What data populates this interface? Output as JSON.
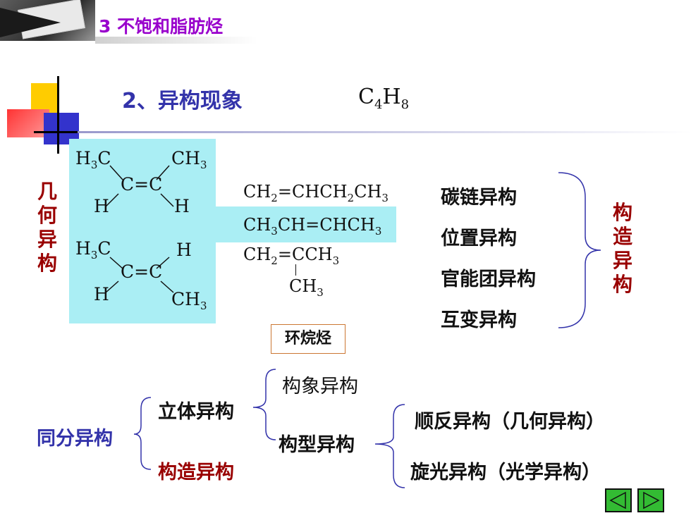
{
  "header": {
    "title": "3   不饱和脂肪烃"
  },
  "section": {
    "title": "2、异构现象",
    "formula_c": "C",
    "formula_c_sub": "4",
    "formula_h": "H",
    "formula_h_sub": "8"
  },
  "geometric": {
    "vertical_label": [
      "几",
      "何",
      "异",
      "构"
    ],
    "cis": {
      "h3c": "H",
      "h3c_sub": "3",
      "h3c_c": "C",
      "ch3": "CH",
      "ch3_sub": "3",
      "center": "C=C",
      "h_left": "H",
      "h_right": "H"
    },
    "trans": {
      "h3c": "H",
      "h3c_sub": "3",
      "h3c_c": "C",
      "h_right": "H",
      "center": "C=C",
      "h_left": "H",
      "ch3": "CH",
      "ch3_sub": "3"
    }
  },
  "formulas": {
    "f1": [
      "CH",
      "2",
      "=CHCH",
      "2",
      "CH",
      "3"
    ],
    "f2": [
      "CH",
      "3",
      "CH=CHCH",
      "3"
    ],
    "f3": [
      "CH",
      "2",
      "=CCH",
      "3"
    ],
    "f3_branch": [
      "CH",
      "3"
    ]
  },
  "constitutional": {
    "items": [
      "碳链异构",
      "位置异构",
      "官能团异构",
      "互变异构"
    ],
    "vertical_label": [
      "构",
      "造",
      "异",
      "构"
    ]
  },
  "tag": "环烷烃",
  "tree": {
    "root": "同分异构",
    "stereo": "立体异构",
    "constitutional": "构造异构",
    "conformational": "构象异构",
    "configurational": "构型异构",
    "cis_trans": "顺反异构（几何异构）",
    "optical": "旋光异构（光学异构）"
  },
  "colors": {
    "title_purple": "#9900cc",
    "section_blue": "#3333aa",
    "dark_red": "#990000",
    "highlight": "#aaeef4",
    "nav_green": "#33bb33"
  },
  "nav": {
    "prev_icon": "triangle-left-icon",
    "next_icon": "triangle-right-icon"
  }
}
